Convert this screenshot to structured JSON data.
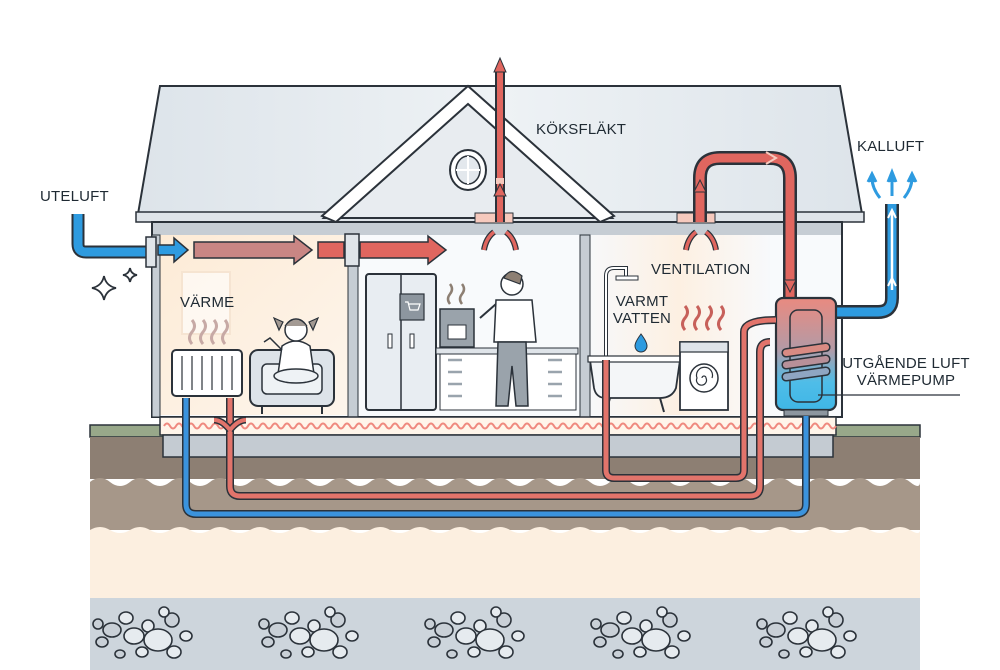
{
  "diagram": {
    "title": "Frånluftsvärmepump – villa",
    "colors": {
      "outline": "#2b323a",
      "roof": "#e6ebf0",
      "roof_shadow": "#d3dae2",
      "wall_interior_warm": "#fdf0e0",
      "wall_interior_white": "#f7f9fb",
      "eave": "#cfd6dd",
      "warm_air": "#e0665f",
      "warm_air_muted": "#c98684",
      "cold_air": "#2e9be0",
      "hot_pipe": "#e2746b",
      "cold_pipe": "#3b93dd",
      "grass": "#98a88a",
      "soil_top": "#8d7f73",
      "soil_mid": "#a69789",
      "sand": "#fcefe0",
      "bedrock": "#cdd5dc",
      "stone": "#e2e7ec",
      "foundation": "#fff5ea",
      "foundation_wave": "#ef8a80",
      "basement": "#c4cbd2",
      "tank_top": "#e98a80",
      "tank_bottom": "#4fbde8"
    }
  },
  "labels": {
    "outdoor_air": "UTELUFT",
    "heat": "VÄRME",
    "kitchen_fan": "KÖKSFLÄKT",
    "ventilation": "VENTILATION",
    "hot_water_line1": "VARMT",
    "hot_water_line2": "VATTEN",
    "cold_air": "KALLUFT",
    "exhaust_line1": "UTGÅENDE LUFT",
    "exhaust_line2": "VÄRMEPUMP"
  },
  "icons": {
    "sparkle": "sparkle-icon",
    "shopping_cart": "shopping-cart-icon",
    "water_drop": "water-drop-icon",
    "steam": "steam-icon",
    "round_window": "round-window-icon"
  }
}
